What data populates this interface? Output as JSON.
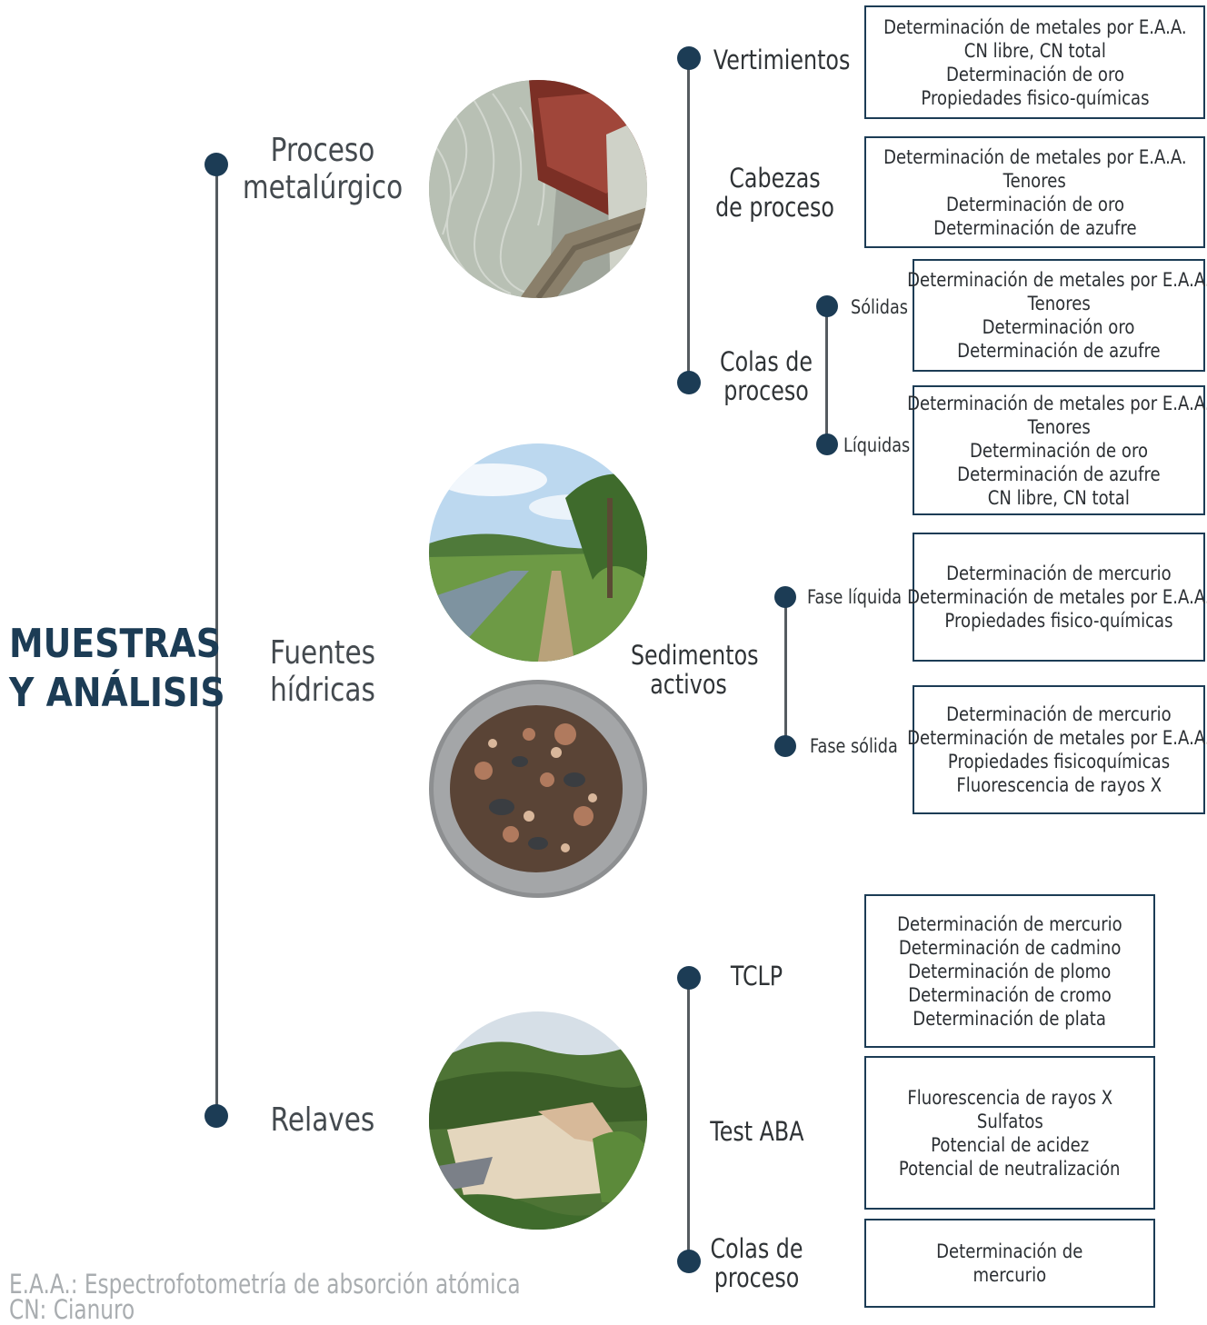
{
  "title": {
    "line1": "MUESTRAS",
    "line2": "Y ANÁLISIS"
  },
  "categories": {
    "proceso": {
      "line1": "Proceso",
      "line2": "metalúrgico"
    },
    "fuentes": {
      "line1": "Fuentes",
      "line2": "hídricas"
    },
    "relaves": {
      "line1": "Relaves"
    }
  },
  "proceso": {
    "vertimientos": {
      "label": "Vertimientos",
      "analyses": [
        "Determinación de metales por E.A.A.",
        "CN libre, CN total",
        "Determinación de oro",
        "Propiedades fisico-químicas"
      ]
    },
    "cabezas": {
      "line1": "Cabezas",
      "line2": "de proceso",
      "analyses": [
        "Determinación de metales por E.A.A.",
        "Tenores",
        "Determinación de oro",
        "Determinación de azufre"
      ]
    },
    "colas": {
      "line1": "Colas de",
      "line2": "proceso",
      "solidas": {
        "label": "Sólidas",
        "analyses": [
          "Determinación de metales por E.A.A.",
          "Tenores",
          "Determinación oro",
          "Determinación de azufre"
        ]
      },
      "liquidas": {
        "label": "Líquidas",
        "analyses": [
          "Determinación de metales por E.A.A.",
          "Tenores",
          "Determinación de oro",
          "Determinación de azufre",
          "CN libre, CN total"
        ]
      }
    }
  },
  "fuentes": {
    "sedimentos": {
      "line1": "Sedimentos",
      "line2": "activos",
      "liquida": {
        "label": "Fase líquida",
        "analyses": [
          "Determinación de mercurio",
          "Determinación de metales por E.A.A.",
          "Propiedades fisico-químicas"
        ]
      },
      "solida": {
        "label": "Fase sólida",
        "analyses": [
          "Determinación de mercurio",
          "Determinación de metales por E.A.A.",
          "Propiedades fisicoquímicas",
          "Fluorescencia de rayos X"
        ]
      }
    }
  },
  "relaves": {
    "tclp": {
      "label": "TCLP",
      "analyses": [
        "Determinación de mercurio",
        "Determinación de cadmino",
        "Determinación de plomo",
        "Determinación de cromo",
        "Determinación de plata"
      ]
    },
    "aba": {
      "label": "Test ABA",
      "analyses": [
        "Fluorescencia de rayos X",
        "Sulfatos",
        "Potencial de acidez",
        "Potencial de neutralización"
      ]
    },
    "colas": {
      "line1": "Colas de",
      "line2": "proceso",
      "analyses": [
        "Determinación de",
        "mercurio"
      ]
    }
  },
  "footnotes": {
    "eaa": "E.A.A.: Espectrofotometría de absorción atómica",
    "cn": "CN: Cianuro"
  }
}
